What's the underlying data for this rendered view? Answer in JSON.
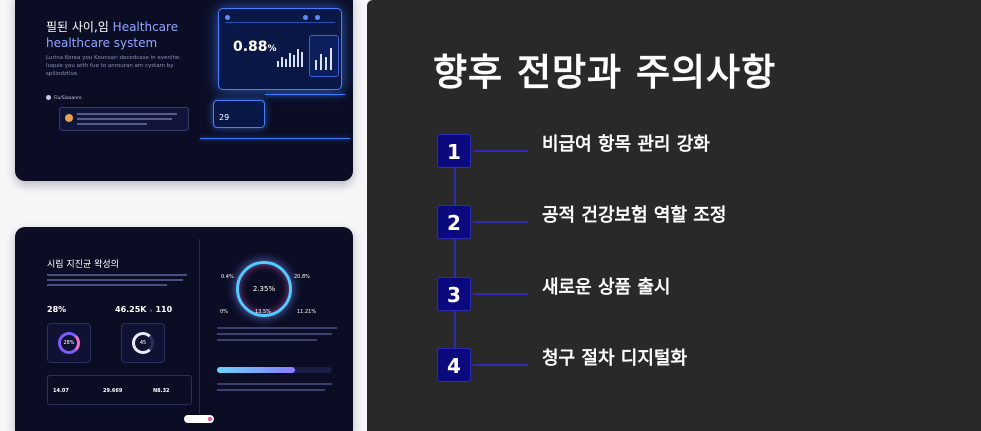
{
  "heading": "향후 전망과 주의사항",
  "steps": [
    {
      "number": "1",
      "label": "비급여 항목 관리 강화"
    },
    {
      "number": "2",
      "label": "공적 건강보험 역할 조정"
    },
    {
      "number": "3",
      "label": "새로운 상품 출시"
    },
    {
      "number": "4",
      "label": "청구 절차 디지털화"
    }
  ],
  "preview_top": {
    "title_line1": "필된 사이,임",
    "title_accent": "Healthcare",
    "title_line2": "healthcare system",
    "description": "Lurina Korea you Kounsari decedcase in evenihe. Iuquie you with fue to anrouran am cystam by spilindztive.",
    "tag": "Fiu/Siaaanre",
    "dash_value": "0.88",
    "dash_unit": "%",
    "mini_value": "29"
  },
  "preview_bottom": {
    "title": "시림 지진균 왁성의",
    "stat1": "28%",
    "stat2": "46.25K",
    "stat2_b": "110",
    "ring1": "28%",
    "ring2": "45",
    "big_ring": "2.35%",
    "left_ring_label": "0.4%",
    "right_ring_label": "20.8%",
    "row_a": "0%",
    "row_b": "13.5%",
    "row_c": "11.21%",
    "bottom1": "14.07",
    "bottom2": "29.669",
    "bottom3": "N8.32"
  },
  "colors": {
    "panel_bg": "#2a292a",
    "number_box": "#0a0a7e",
    "timeline": "#2e2bb0",
    "card_bg": "#0b0d24",
    "glow": "#3d7bff"
  }
}
